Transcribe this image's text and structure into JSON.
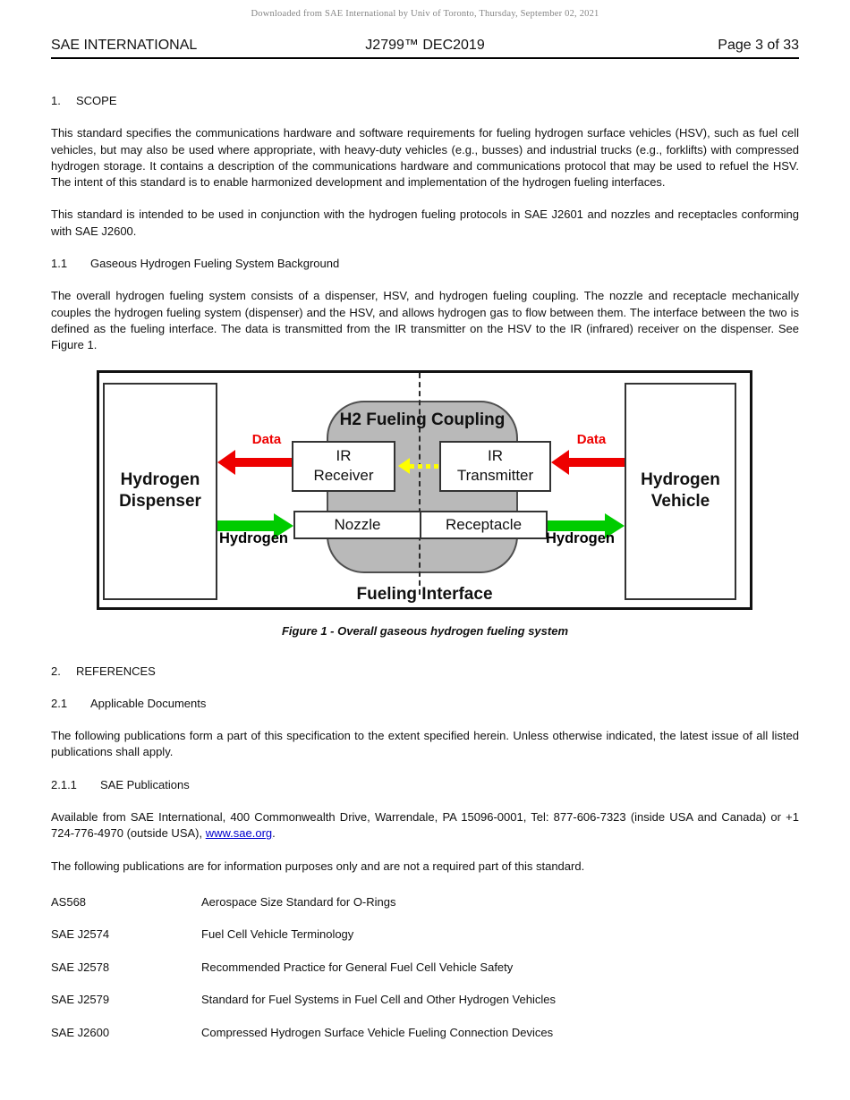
{
  "page": {
    "watermark": "Downloaded from SAE International by Univ of Toronto, Thursday, September 02, 2021",
    "header": {
      "left": "SAE INTERNATIONAL",
      "center": "J2799™ DEC2019",
      "right": "Page 3 of 33"
    }
  },
  "sections": {
    "scope": {
      "num": "1.",
      "title": "SCOPE",
      "p1": "This standard specifies the communications hardware and software requirements for fueling hydrogen surface vehicles (HSV), such as fuel cell vehicles, but may also be used where appropriate, with heavy-duty vehicles (e.g., busses) and industrial trucks (e.g., forklifts) with compressed hydrogen storage. It contains a description of the communications hardware and communications protocol that may be used to refuel the HSV. The intent of this standard is to enable harmonized development and implementation of the hydrogen fueling interfaces.",
      "p2": "This standard is intended to be used in conjunction with the hydrogen fueling protocols in SAE J2601 and nozzles and receptacles conforming with SAE J2600."
    },
    "s11": {
      "num": "1.1",
      "title": "Gaseous Hydrogen Fueling System Background",
      "p1": "The overall hydrogen fueling system consists of a dispenser, HSV, and hydrogen fueling coupling. The nozzle and receptacle mechanically couples the hydrogen fueling system (dispenser) and the HSV, and allows hydrogen gas to flow between them. The interface between the two is defined as the fueling interface. The data is transmitted from the IR transmitter on the HSV to the IR (infrared) receiver on the dispenser. See Figure 1."
    },
    "figure_caption": "Figure 1 - Overall gaseous hydrogen fueling system",
    "references": {
      "num": "2.",
      "title": "REFERENCES"
    },
    "s21": {
      "num": "2.1",
      "title": "Applicable Documents",
      "p1": "The following publications form a part of this specification to the extent specified herein. Unless otherwise indicated, the latest issue of all listed publications shall apply."
    },
    "s211": {
      "num": "2.1.1",
      "title": "SAE Publications",
      "p1_before_link": "Available from SAE International, 400 Commonwealth Drive, Warrendale, PA 15096-0001, Tel: 877-606-7323 (inside USA and Canada) or +1 724-776-4970 (outside USA), ",
      "link_text": "www.sae.org",
      "p1_after_link": ".",
      "p2": "The following publications are for information purposes only and are not a required part of this standard."
    }
  },
  "figure": {
    "dispenser": "Hydrogen\nDispenser",
    "vehicle": "Hydrogen\nVehicle",
    "coupling_title": "H2 Fueling Coupling",
    "ir_receiver": "IR\nReceiver",
    "ir_transmitter": "IR\nTransmitter",
    "nozzle": "Nozzle",
    "receptacle": "Receptacle",
    "fueling_interface": "Fueling Interface",
    "data_left": "Data",
    "data_right": "Data",
    "hydrogen_left": "Hydrogen",
    "hydrogen_right": "Hydrogen"
  },
  "publications": [
    {
      "code": "AS568",
      "title": "Aerospace Size Standard for O-Rings"
    },
    {
      "code": "SAE J2574",
      "title": "Fuel Cell Vehicle Terminology"
    },
    {
      "code": "SAE J2578",
      "title": "Recommended Practice for General Fuel Cell Vehicle Safety"
    },
    {
      "code": "SAE J2579",
      "title": "Standard for Fuel Systems in Fuel Cell and Other Hydrogen Vehicles"
    },
    {
      "code": "SAE J2600",
      "title": "Compressed Hydrogen Surface Vehicle Fueling Connection Devices"
    }
  ],
  "colors": {
    "data_arrow_red": "#ee0000",
    "hydrogen_arrow_green": "#00cc00",
    "ir_signal_yellow": "#ffff00",
    "coupling_gray": "#b9b9b9",
    "link_blue": "#0000cc"
  }
}
